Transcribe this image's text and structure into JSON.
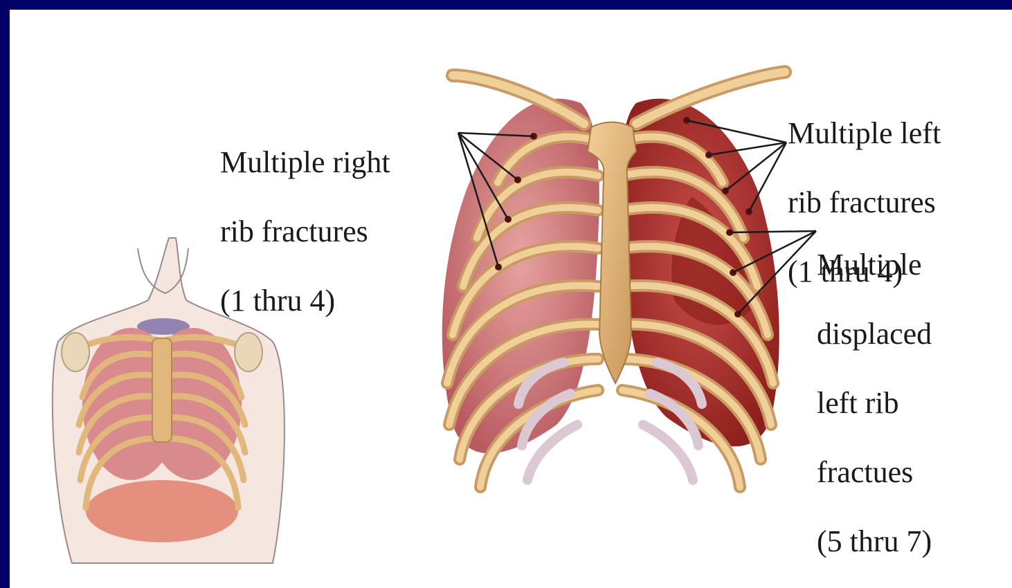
{
  "labels": {
    "right_upper": [
      "Multiple right",
      "rib fractures",
      "(1 thru 4)"
    ],
    "left_upper": [
      "Multiple left",
      "rib fractures",
      "(1 thru 4)"
    ],
    "left_lower": [
      "Multiple",
      "displaced",
      "left rib",
      "fractues",
      "(5 thru 7)"
    ]
  },
  "colors": {
    "slide_background": "#000066",
    "panel_background": "#ffffff",
    "bone": "#e2b77c",
    "lung": "#c9767a",
    "fracture": "#a8251e",
    "cartilage": "#d9c6cf"
  }
}
